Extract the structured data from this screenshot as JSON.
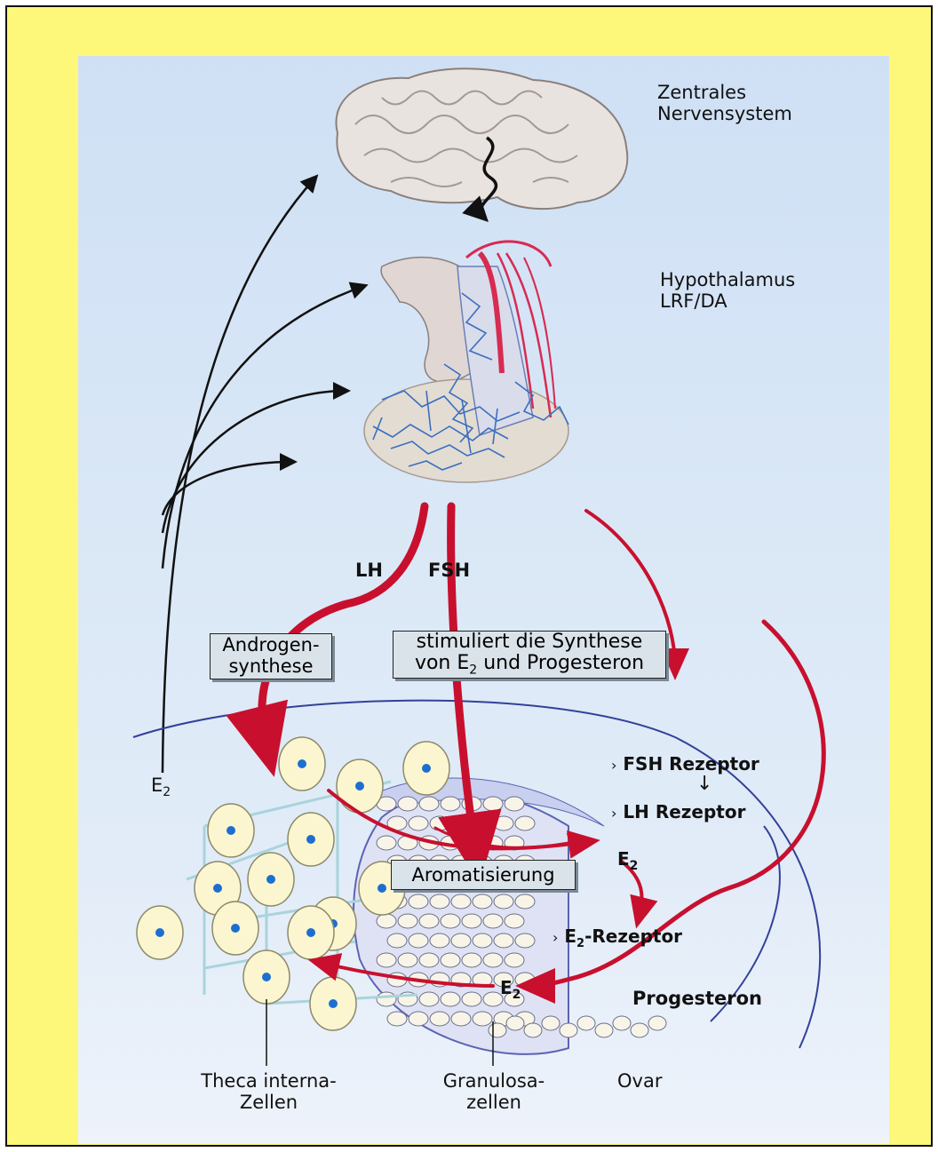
{
  "labels": {
    "zns_line1": "Zentrales",
    "zns_line2": "Nervensystem",
    "hypo_line1": "Hypothalamus",
    "hypo_line2": "LRF/DA",
    "lh": "LH",
    "fsh": "FSH",
    "androgen_line1": "Androgen-",
    "androgen_line2": "synthese",
    "stim_line1": "stimuliert die Synthese",
    "stim_line2_pre": "von E",
    "stim_line2_sub": "2",
    "stim_line2_post": " und Progesteron",
    "e2_left": "E",
    "e2_left_sub": "2",
    "fsh_rezeptor": "FSH Rezeptor",
    "lh_rezeptor": "LH Rezeptor",
    "down_arrow": "↓",
    "e2_right": "E",
    "e2_right_sub": "2",
    "aromatisierung": "Aromatisierung",
    "e2_rezeptor_pre": "E",
    "e2_rezeptor_sub": "2",
    "e2_rezeptor_post": "-Rezeptor",
    "e2_bottom": "E",
    "e2_bottom_sub": "2",
    "progesteron": "Progesteron",
    "theca_line1": "Theca interna-",
    "theca_line2": "Zellen",
    "granulosa_line1": "Granulosa-",
    "granulosa_line2": "zellen",
    "ovar": "Ovar",
    "bullet": "›"
  },
  "colors": {
    "background": "#fdf77a",
    "arrow_red": "#c8102e",
    "vessel_blue": "#3a6fc0",
    "nucleus_blue": "#1c6fd1",
    "cell_fill": "#fbf6cf"
  }
}
